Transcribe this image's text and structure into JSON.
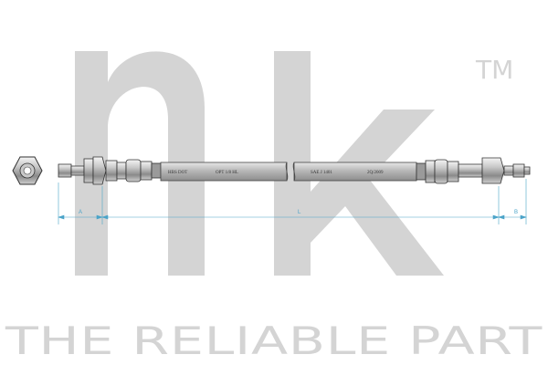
{
  "brand": {
    "logo_text": "nk",
    "trademark": "TM",
    "slogan": "THE RELIABLE PART",
    "watermark_color": "#d4d4d4"
  },
  "hose_markings": {
    "marking_1": "HBS DOT",
    "marking_2": "OPT 1/8 HL",
    "marking_3": "SAE J 1401",
    "marking_4": "2Q/2009"
  },
  "dimensions": {
    "a": "A",
    "l": "L",
    "b": "B",
    "line_color": "#4aa3c8"
  }
}
